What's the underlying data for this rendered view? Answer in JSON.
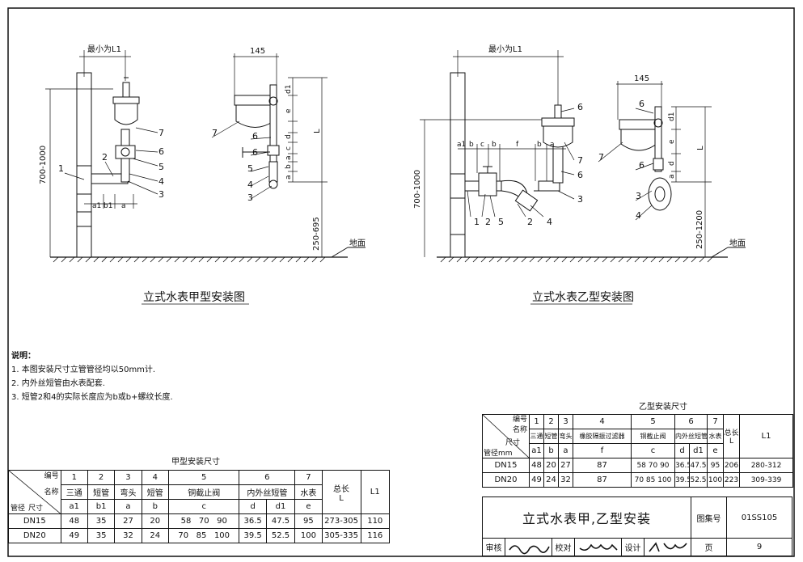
{
  "drawing": {
    "type_a": {
      "caption": "立式水表甲型安装图",
      "min_label": "最小为L1",
      "dim_145": "145",
      "height_range": "700-1000",
      "floor_range": "250-695",
      "floor_label": "地面",
      "small_dims": [
        "a1",
        "b1",
        "a"
      ],
      "right_dims": [
        "d1",
        "e",
        "L",
        "d",
        "c",
        "a",
        "b",
        "a"
      ],
      "callouts": [
        "1",
        "2",
        "3",
        "4",
        "5",
        "6",
        "7"
      ]
    },
    "type_b": {
      "caption": "立式水表乙型安装图",
      "min_label": "最小为L1",
      "dim_145": "145",
      "height_range": "700-1000",
      "floor_range": "250-1200",
      "floor_label": "地面",
      "small_dims": [
        "a1",
        "b",
        "c",
        "b",
        "f",
        "b",
        "a"
      ],
      "right_dims": [
        "d1",
        "e",
        "L",
        "d",
        "a"
      ],
      "callouts": [
        "1",
        "2",
        "3",
        "4",
        "5",
        "6",
        "7"
      ]
    }
  },
  "notes": {
    "title": "说明：",
    "items": [
      "1. 本图安装尺寸立管管径均以50mm计.",
      "2. 内外丝短管由水表配套.",
      "3. 短管2和4的实际长度应为b或b+螺纹长度."
    ]
  },
  "table_a": {
    "caption": "甲型安装尺寸",
    "hdr_num": "编号",
    "hdr_name": "名称",
    "hdr_size": "尺寸",
    "hdr_pipe": "管径",
    "numbers": [
      "1",
      "2",
      "3",
      "4",
      "5",
      "6",
      "7"
    ],
    "names": [
      "三通",
      "短管",
      "弯头",
      "短管",
      "铜截止阀",
      "内外丝短管",
      "水表"
    ],
    "total_label": "总长",
    "total_sub": "L",
    "l1_label": "L1",
    "symbols": [
      "a1",
      "b1",
      "a",
      "b",
      "c",
      "d",
      "d1",
      "e"
    ],
    "rows": [
      {
        "dn": "DN15",
        "v": [
          "48",
          "35",
          "27",
          "20",
          "58   70   90",
          "36.5",
          "47.5",
          "95"
        ],
        "total": "273-305",
        "l1": "110"
      },
      {
        "dn": "DN20",
        "v": [
          "49",
          "35",
          "32",
          "24",
          "70   85   100",
          "39.5",
          "52.5",
          "100"
        ],
        "total": "305-335",
        "l1": "116"
      }
    ]
  },
  "table_b": {
    "caption": "乙型安装尺寸",
    "hdr_num": "编号",
    "hdr_name": "名称",
    "hdr_size": "尺寸",
    "hdr_pipe": "管径mm",
    "numbers": [
      "1",
      "2",
      "3",
      "4",
      "5",
      "6",
      "7"
    ],
    "names": [
      "三通",
      "短管",
      "弯头",
      "橡胶隔振过滤器",
      "铜截止阀",
      "内外丝短管",
      "水表"
    ],
    "total_label": "总长",
    "total_sub": "L",
    "l1_label": "L1",
    "symbols": [
      "a1",
      "b",
      "a",
      "f",
      "c",
      "d",
      "d1",
      "e"
    ],
    "rows": [
      {
        "dn": "DN15",
        "v": [
          "48",
          "20",
          "27",
          "87",
          "58 70 90",
          "36.5",
          "47.5",
          "95"
        ],
        "total": "206",
        "l1": "280-312"
      },
      {
        "dn": "DN20",
        "v": [
          "49",
          "24",
          "32",
          "87",
          "70 85 100",
          "39.5",
          "52.5",
          "100"
        ],
        "total": "223",
        "l1": "309-339"
      }
    ]
  },
  "title_block": {
    "title": "立式水表甲,乙型安装",
    "atlas_label": "图集号",
    "atlas_no": "01SS105",
    "review_label": "审核",
    "check_label": "校对",
    "design_label": "设计",
    "page_label": "页",
    "page_no": "9"
  }
}
